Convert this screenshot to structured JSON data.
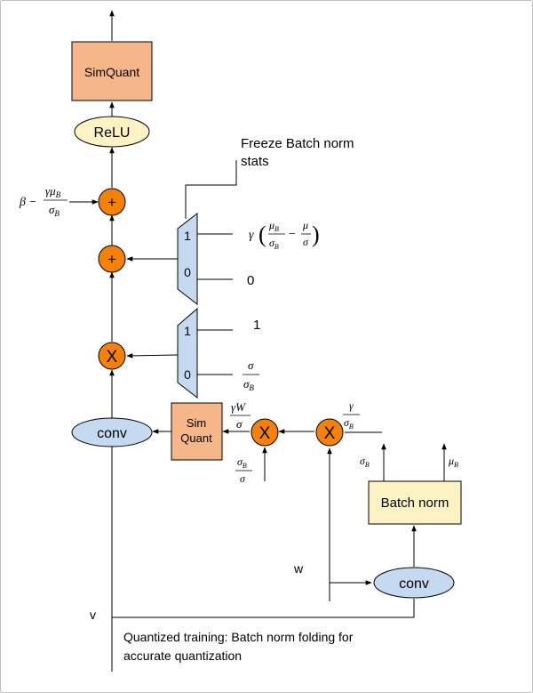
{
  "blocks": {
    "simquant_top": "SimQuant",
    "relu": "ReLU",
    "sim_quant_line1": "Sim",
    "sim_quant_line2": "Quant",
    "conv_left": "conv",
    "conv_right": "conv",
    "batch_norm": "Batch norm"
  },
  "operators": {
    "add": "+",
    "multiply": "X"
  },
  "mux": {
    "upper_in1": "1",
    "upper_in0": "0",
    "lower_in1": "1",
    "lower_in0": "0"
  },
  "labels": {
    "freeze_line1": "Freeze Batch norm",
    "freeze_line2": "stats",
    "const_zero": "0",
    "const_one": "1",
    "input_w": "w",
    "input_v": "v",
    "caption_line1": "Quantized training: Batch norm folding for",
    "caption_line2": "accurate quantization"
  },
  "math": {
    "beta": "β",
    "minus": "−",
    "gamma": "γ",
    "mu": "μ",
    "sigma": "σ",
    "W": "W",
    "sub_B": "B",
    "lparen": "(",
    "rparen": ")"
  },
  "colors": {
    "simquant_fill": "#f5b68a",
    "relu_fill": "#fdf2c4",
    "batch_norm_fill": "#fdf2c4",
    "conv_fill": "#c5d9f1",
    "mux_fill": "#c5d9f1",
    "operator_fill": "#f5800a",
    "stroke": "#000000"
  }
}
